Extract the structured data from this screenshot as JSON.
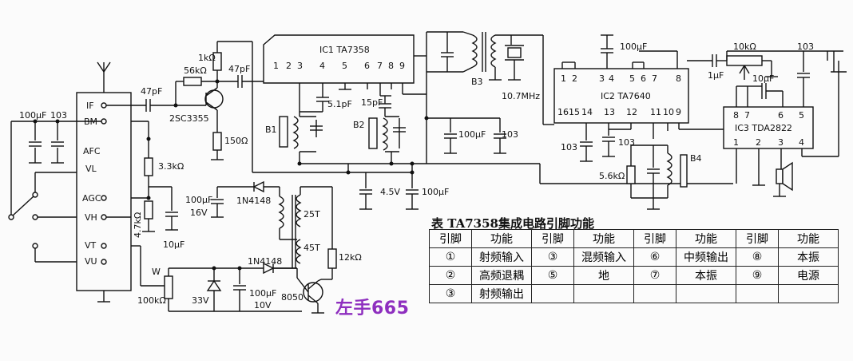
{
  "labels": {
    "ic1": "IC1  TA7358",
    "ic1_pins": [
      "1",
      "2",
      "3",
      "4",
      "5",
      "6",
      "7",
      "8",
      "9"
    ],
    "ic2": "IC2  TA7640",
    "ic2_top_pins": [
      "1",
      "2",
      "3",
      "4",
      "5",
      "6",
      "7",
      "8"
    ],
    "ic2_bot_pins": [
      "16",
      "15",
      "14",
      "13",
      "12",
      "11",
      "10",
      "9"
    ],
    "ic3": "IC3  TDA2822",
    "ic3_top_pins": [
      "8",
      "7",
      "6",
      "5"
    ],
    "ic3_bot_pins": [
      "1",
      "2",
      "3",
      "4"
    ],
    "cap_47pf_in": "47pF",
    "cap_47pf_out": "47pF",
    "res_56k": "56kΩ",
    "res_1k": "1kΩ",
    "transistor_q1": "2SC3355",
    "res_150": "150Ω",
    "cap_51pf": "5.1pF",
    "cap_15pf": "15pF",
    "coil_b1": "B1",
    "coil_b2": "B2",
    "coil_b3": "B3",
    "coil_b4": "B4",
    "crystal": "10.7MHz",
    "cap_100uf_ic1": "100μF",
    "cap_103_ic1": "103",
    "cap_100uf_top": "100μF",
    "cap_103_ic2a": "103",
    "cap_103_ic2b": "103",
    "res_56k_ic2": "5.6kΩ",
    "pot_10k": "10kΩ",
    "cap_1uf": "1μF",
    "cap_10uf_ic3": "10μF",
    "cap_103_out": "103",
    "cap_100uf_left": "100μF",
    "cap_103_left": "103",
    "res_33k": "3.3kΩ",
    "res_47k": "4.7kΩ",
    "cap_10uf_agc": "10μF",
    "cap_100uf_16v": "100μF",
    "volt_16v": "16V",
    "diode_1": "1N4148",
    "diode_2": "1N4148",
    "coil_25t": "25T",
    "coil_45t": "45T",
    "res_12k": "12kΩ",
    "volt_45": "4.5V",
    "cap_100uf_45": "100μF",
    "cap_100uf_10v": "100μF",
    "volt_10v": "10V",
    "transistor_q2": "8050",
    "zener_33v": "33V",
    "pot_w": "W",
    "pot_100k": "100kΩ",
    "connector_pins": [
      "IF",
      "BM",
      "AFC",
      "VL",
      "AGC",
      "VH",
      "VT",
      "VU"
    ]
  },
  "table": {
    "title": "表    TA7358集成电路引脚功能",
    "headers": [
      "引脚",
      "功能",
      "引脚",
      "功能",
      "引脚",
      "功能",
      "引脚",
      "功能"
    ],
    "rows": [
      [
        "①",
        "射频输入",
        "③",
        "混频输入",
        "⑥",
        "中频输出",
        "⑧",
        "本振"
      ],
      [
        "②",
        "高频退耦",
        "⑤",
        "地",
        "⑦",
        "本振",
        "⑨",
        "电源"
      ],
      [
        "③",
        "射频输出",
        "",
        "",
        "",
        "",
        "",
        ""
      ]
    ]
  },
  "watermark": "左手665"
}
